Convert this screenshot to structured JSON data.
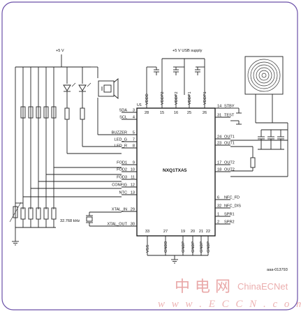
{
  "frame_color": "#6a4fa8",
  "supply_labels": {
    "left_supply": "+5 V",
    "usb_supply": "+5 V USB supply"
  },
  "ic": {
    "ref": "U1",
    "name": "NXQ1TXA5",
    "left_pins": [
      {
        "name": "SDA",
        "num": "3"
      },
      {
        "name": "SCL",
        "num": "4"
      },
      {
        "name": "BUZZER",
        "num": "5"
      },
      {
        "name": "LED_G",
        "num": "7"
      },
      {
        "name": "LED_R",
        "num": "8"
      },
      {
        "name": "FOD1",
        "num": "9"
      },
      {
        "name": "FOD2",
        "num": "10"
      },
      {
        "name": "FOD3",
        "num": "11"
      },
      {
        "name": "CONFIG",
        "num": "12"
      },
      {
        "name": "NTC",
        "num": "13"
      },
      {
        "name": "XTAL_IN",
        "num": "29"
      },
      {
        "name": "XTAL_OUT",
        "num": "30"
      }
    ],
    "top_pins": [
      {
        "name": "VDDD",
        "num": "28"
      },
      {
        "name": "VDDP2",
        "num": "15"
      },
      {
        "name": "VDDP2",
        "num": "16"
      },
      {
        "name": "VDDP1",
        "num": "25"
      },
      {
        "name": "VDDP1",
        "num": "26"
      }
    ],
    "right_pins": [
      {
        "name": "STBY",
        "num": "14"
      },
      {
        "name": "TEST",
        "num": "31"
      },
      {
        "name": "OUT1",
        "num": "24"
      },
      {
        "name": "OUT1",
        "num": "23"
      },
      {
        "name": "OUT2",
        "num": "17"
      },
      {
        "name": "OUT2",
        "num": "18"
      },
      {
        "name": "NFC_FD",
        "num": "6"
      },
      {
        "name": "NFC_DIS",
        "num": "32"
      },
      {
        "name": "SPR1",
        "num": "1"
      },
      {
        "name": "SPR2",
        "num": "2"
      }
    ],
    "bottom_pins": [
      {
        "name": "VSS",
        "num": "33"
      },
      {
        "name": "GNDD",
        "num": "27"
      },
      {
        "name": "GNDP",
        "num": "19"
      },
      {
        "name": "GNDP",
        "num": "20"
      },
      {
        "name": "GNDP",
        "num": "21"
      },
      {
        "name": "GNDP",
        "num": "22"
      }
    ]
  },
  "crystal_label": "32.768 kHz",
  "figure_id": "aaa-013793",
  "watermark": {
    "cn": "中 电 网",
    "en": "ChinaECNet",
    "url": "w w w . E C C N . c o m"
  }
}
